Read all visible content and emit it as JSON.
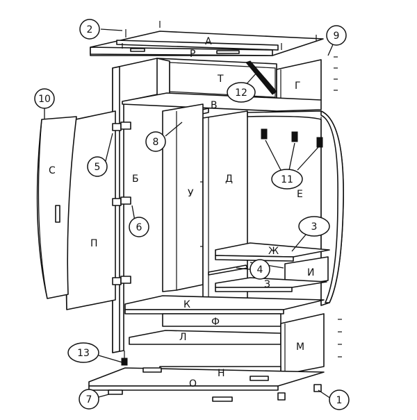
{
  "panels": {
    "A": "А",
    "R": "Р",
    "T": "Т",
    "G": "Г",
    "V": "В",
    "B": "Б",
    "U": "У",
    "D": "Д",
    "E": "Е",
    "S": "С",
    "P": "П",
    "ZH": "Ж",
    "I": "И",
    "Z": "З",
    "K": "К",
    "F": "Ф",
    "L": "Л",
    "M": "М",
    "N": "Н",
    "O": "О"
  },
  "callouts": {
    "c1": "1",
    "c2": "2",
    "c3": "3",
    "c4": "4",
    "c5": "5",
    "c6": "6",
    "c7": "7",
    "c8": "8",
    "c9": "9",
    "c10": "10",
    "c11": "11",
    "c12": "12",
    "c13": "13"
  }
}
